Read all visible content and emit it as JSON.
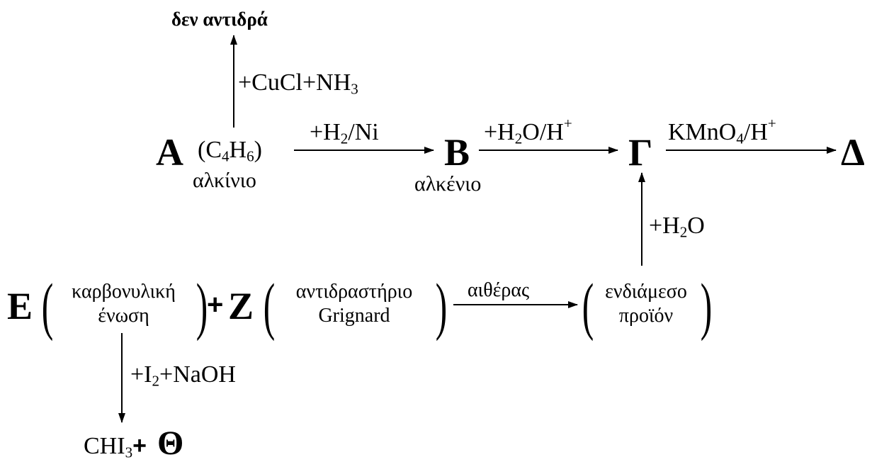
{
  "top_product": "δεν αντιδρά",
  "reagent_cucl": "+CuCl+NH",
  "reagent_cucl_sub": "3",
  "A": "A",
  "A_formula_c": "(C",
  "A_formula_c_sub": "4",
  "A_formula_h": "H",
  "A_formula_h_sub": "6",
  "A_formula_close": ")",
  "A_class": "αλκίνιο",
  "reagent_h2ni_a": "+H",
  "reagent_h2ni_sub": "2",
  "reagent_h2ni_b": "/Ni",
  "B": "B",
  "B_class": "αλκένιο",
  "reagent_h2o_h": "+H",
  "reagent_h2o_h_sub": "2",
  "reagent_h2o_h_b": "O/H",
  "reagent_h2o_h_sup": "+",
  "Gamma": "Γ",
  "reagent_kmno4_a": "KMnO",
  "reagent_kmno4_sub": "4",
  "reagent_kmno4_b": "/H",
  "reagent_kmno4_sup": "+",
  "Delta": "Δ",
  "reagent_h2o_a": "+H",
  "reagent_h2o_sub": "2",
  "reagent_h2o_b": "O",
  "E": "E",
  "E_note_line1": "καρβονυλική",
  "E_note_line2": "ένωση",
  "plus": "+",
  "Z": "Z",
  "Z_note_line1": "αντιδραστήριο",
  "Z_note_line2": "Grignard",
  "reagent_ether": "αιθέρας",
  "intermediate_line1": "ενδιάμεσο",
  "intermediate_line2": "προϊόν",
  "reagent_i2_a": "+I",
  "reagent_i2_sub": "2",
  "reagent_i2_b": "+NaOH",
  "bottom_product_a": "CHI",
  "bottom_product_sub": "3",
  "bottom_product_plus": "+",
  "Theta": "Θ"
}
